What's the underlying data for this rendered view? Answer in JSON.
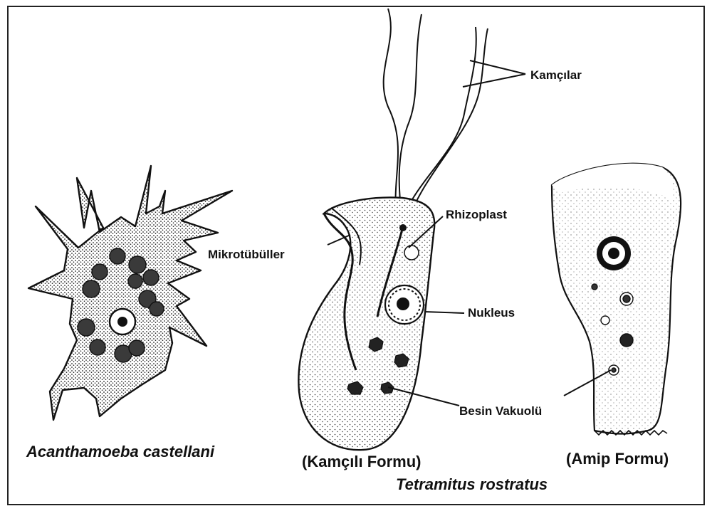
{
  "labels": {
    "flagella": "Kamçılar",
    "rhizoplast": "Rhizoplast",
    "microtubules": "Mikrotübüller",
    "nucleus": "Nukleus",
    "food_vacuole": "Besin Vakuolü"
  },
  "captions": {
    "acanthamoeba": "Acanthamoeba castellani",
    "flagellate_form": "(Kamçılı Formu)",
    "amoeba_form": "(Amip Formu)",
    "tetramitus": "Tetramitus rostratus"
  },
  "colors": {
    "ink": "#111111",
    "paper": "#ffffff"
  }
}
